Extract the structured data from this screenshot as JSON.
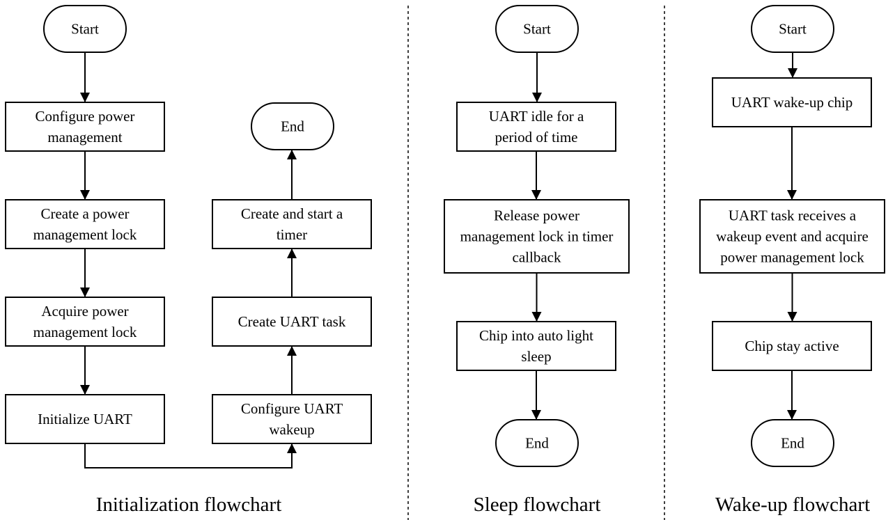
{
  "diagram": {
    "panels": [
      {
        "id": "init",
        "caption": "Initialization flowchart",
        "nodes": [
          {
            "id": "init-start",
            "shape": "terminal",
            "lines": [
              "Start"
            ]
          },
          {
            "id": "init-configure-pm",
            "shape": "process",
            "lines": [
              "Configure power",
              "management"
            ]
          },
          {
            "id": "init-create-lock",
            "shape": "process",
            "lines": [
              "Create a power",
              "management lock"
            ]
          },
          {
            "id": "init-acquire-lock",
            "shape": "process",
            "lines": [
              "Acquire power",
              "management lock"
            ]
          },
          {
            "id": "init-uart",
            "shape": "process",
            "lines": [
              "Initialize UART"
            ]
          },
          {
            "id": "init-configure-wakeup",
            "shape": "process",
            "lines": [
              "Configure UART",
              "wakeup"
            ]
          },
          {
            "id": "init-create-task",
            "shape": "process",
            "lines": [
              "Create UART task"
            ]
          },
          {
            "id": "init-create-timer",
            "shape": "process",
            "lines": [
              "Create and start a",
              "timer"
            ]
          },
          {
            "id": "init-end",
            "shape": "terminal",
            "lines": [
              "End"
            ]
          }
        ],
        "edges": [
          [
            "init-start",
            "init-configure-pm"
          ],
          [
            "init-configure-pm",
            "init-create-lock"
          ],
          [
            "init-create-lock",
            "init-acquire-lock"
          ],
          [
            "init-acquire-lock",
            "init-uart"
          ],
          [
            "init-uart",
            "init-configure-wakeup"
          ],
          [
            "init-configure-wakeup",
            "init-create-task"
          ],
          [
            "init-create-task",
            "init-create-timer"
          ],
          [
            "init-create-timer",
            "init-end"
          ]
        ]
      },
      {
        "id": "sleep",
        "caption": "Sleep flowchart",
        "nodes": [
          {
            "id": "sleep-start",
            "shape": "terminal",
            "lines": [
              "Start"
            ]
          },
          {
            "id": "sleep-uart-idle",
            "shape": "process",
            "lines": [
              "UART idle for a",
              "period of time"
            ]
          },
          {
            "id": "sleep-release-lock",
            "shape": "process",
            "lines": [
              "Release power",
              "management lock in timer",
              "callback"
            ]
          },
          {
            "id": "sleep-chip-light-sleep",
            "shape": "process",
            "lines": [
              "Chip into auto light",
              "sleep"
            ]
          },
          {
            "id": "sleep-end",
            "shape": "terminal",
            "lines": [
              "End"
            ]
          }
        ],
        "edges": [
          [
            "sleep-start",
            "sleep-uart-idle"
          ],
          [
            "sleep-uart-idle",
            "sleep-release-lock"
          ],
          [
            "sleep-release-lock",
            "sleep-chip-light-sleep"
          ],
          [
            "sleep-chip-light-sleep",
            "sleep-end"
          ]
        ]
      },
      {
        "id": "wake",
        "caption": "Wake-up flowchart",
        "nodes": [
          {
            "id": "wake-start",
            "shape": "terminal",
            "lines": [
              "Start"
            ]
          },
          {
            "id": "wake-uart-wakeup-chip",
            "shape": "process",
            "lines": [
              "UART wake-up chip"
            ]
          },
          {
            "id": "wake-task-receives",
            "shape": "process",
            "lines": [
              "UART task receives a",
              "wakeup event and acquire",
              "power management lock"
            ]
          },
          {
            "id": "wake-chip-active",
            "shape": "process",
            "lines": [
              "Chip stay active"
            ]
          },
          {
            "id": "wake-end",
            "shape": "terminal",
            "lines": [
              "End"
            ]
          }
        ],
        "edges": [
          [
            "wake-start",
            "wake-uart-wakeup-chip"
          ],
          [
            "wake-uart-wakeup-chip",
            "wake-task-receives"
          ],
          [
            "wake-task-receives",
            "wake-chip-active"
          ],
          [
            "wake-chip-active",
            "wake-end"
          ]
        ]
      }
    ]
  }
}
